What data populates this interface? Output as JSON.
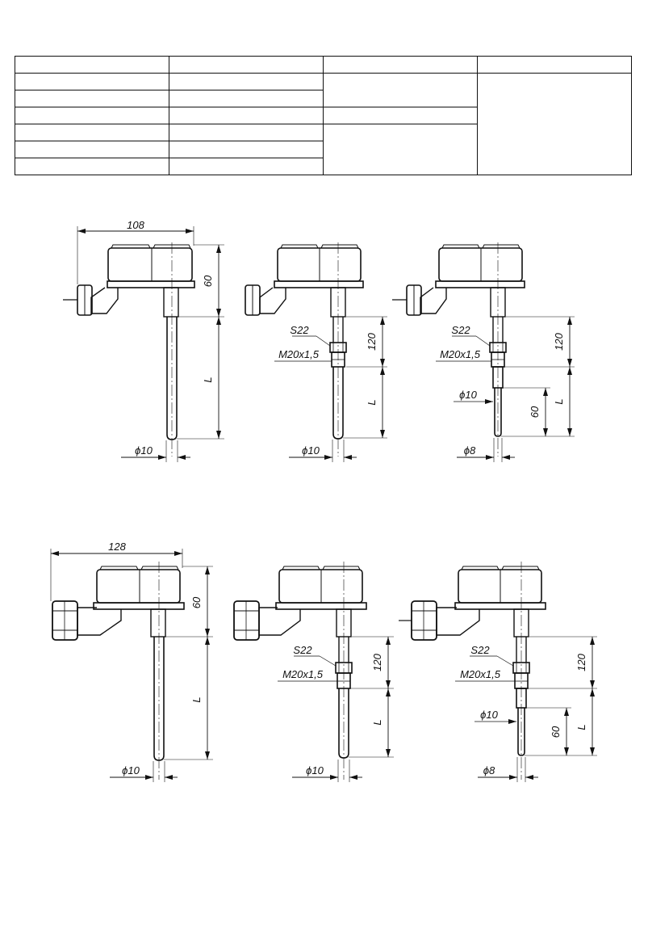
{
  "table": {
    "rows": [
      [
        "",
        "",
        "",
        ""
      ],
      [
        "",
        "",
        "",
        ""
      ],
      [
        "",
        "",
        "",
        ""
      ],
      [
        "",
        "",
        "",
        ""
      ],
      [
        "",
        "",
        "",
        ""
      ],
      [
        "",
        "",
        "",
        ""
      ],
      [
        "",
        "",
        "",
        ""
      ]
    ]
  },
  "figures": [
    {
      "id": "fig-top-1",
      "width_dim": "108",
      "head_height_dim": "60",
      "length_dim": "L",
      "diameter_dim": "ϕ10"
    },
    {
      "id": "fig-top-2",
      "wrench_dim": "S22",
      "thread_dim": "M20x1,5",
      "fitting_height_dim": "120",
      "length_dim": "L",
      "diameter_dim": "ϕ10"
    },
    {
      "id": "fig-top-3",
      "wrench_dim": "S22",
      "thread_dim": "M20x1,5",
      "fitting_height_dim": "120",
      "step_diameter_dim": "ϕ10",
      "tip_length_dim": "60",
      "length_dim": "L",
      "diameter_dim": "ϕ8"
    },
    {
      "id": "fig-bottom-1",
      "width_dim": "128",
      "head_height_dim": "60",
      "length_dim": "L",
      "diameter_dim": "ϕ10"
    },
    {
      "id": "fig-bottom-2",
      "wrench_dim": "S22",
      "thread_dim": "M20x1,5",
      "fitting_height_dim": "120",
      "length_dim": "L",
      "diameter_dim": "ϕ10"
    },
    {
      "id": "fig-bottom-3",
      "wrench_dim": "S22",
      "thread_dim": "M20x1,5",
      "fitting_height_dim": "120",
      "step_diameter_dim": "ϕ10",
      "tip_length_dim": "60",
      "length_dim": "L",
      "diameter_dim": "ϕ8"
    }
  ]
}
